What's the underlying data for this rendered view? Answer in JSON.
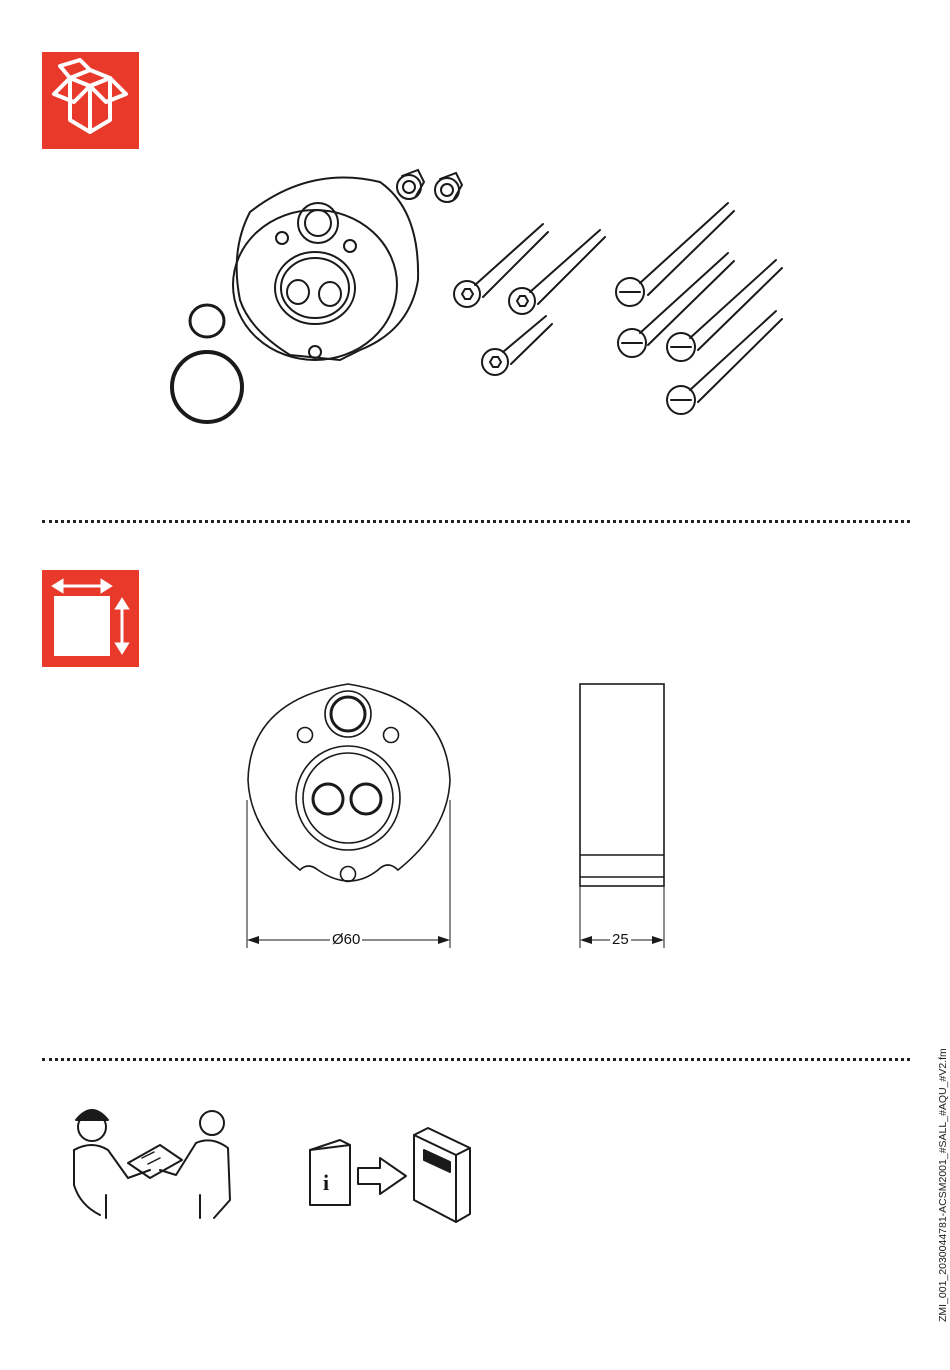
{
  "sections": {
    "scope_of_delivery": {
      "icon": "package-box-icon"
    },
    "dimensions": {
      "icon": "dimensions-icon",
      "diameter_label": "Ø60",
      "depth_label": "25"
    },
    "instructions": {
      "icons": [
        "installer-handover-icon",
        "manual-transfer-icon"
      ]
    }
  },
  "colors": {
    "accent": "#e8392b",
    "line": "#1a1a1a"
  },
  "footer": {
    "file_code": "ZMI_001_2030044781-ACSM2001_#SALL_#AQU_#V2.fm"
  }
}
